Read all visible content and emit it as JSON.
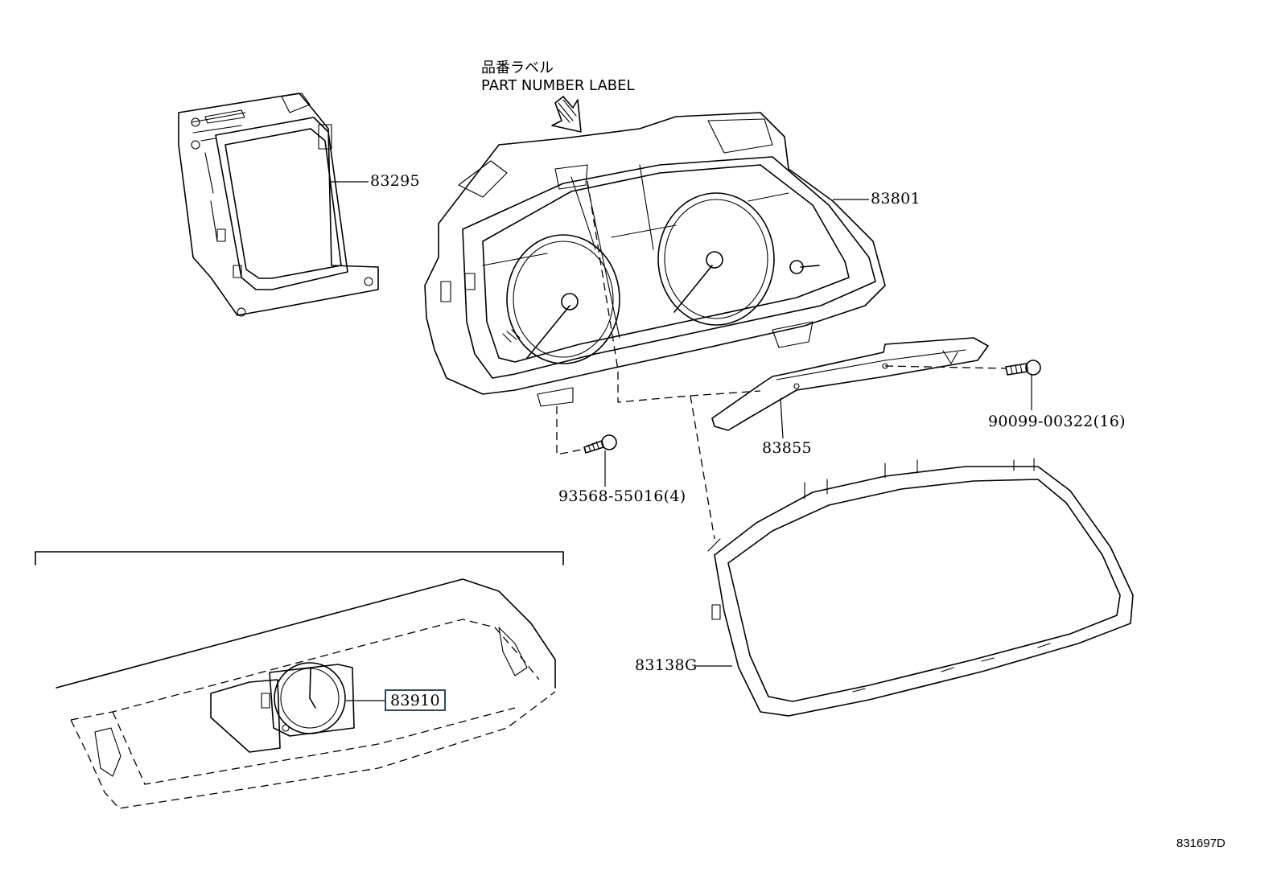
{
  "callouts": {
    "label_jp": "品番ラベル",
    "label_en": "PART NUMBER LABEL",
    "p83295": "83295",
    "p83801": "83801",
    "p90099": "90099-00322(16)",
    "p83855": "83855",
    "p93568": "93568-55016(4)",
    "p83138g": "83138G",
    "p83910": "83910"
  },
  "diagram_ref": "831697D",
  "icons": {
    "arrow": "down-right-arrow-icon",
    "screw": "screw-icon"
  },
  "colors": {
    "line": "#000000",
    "highlight_box": "#35485a"
  }
}
